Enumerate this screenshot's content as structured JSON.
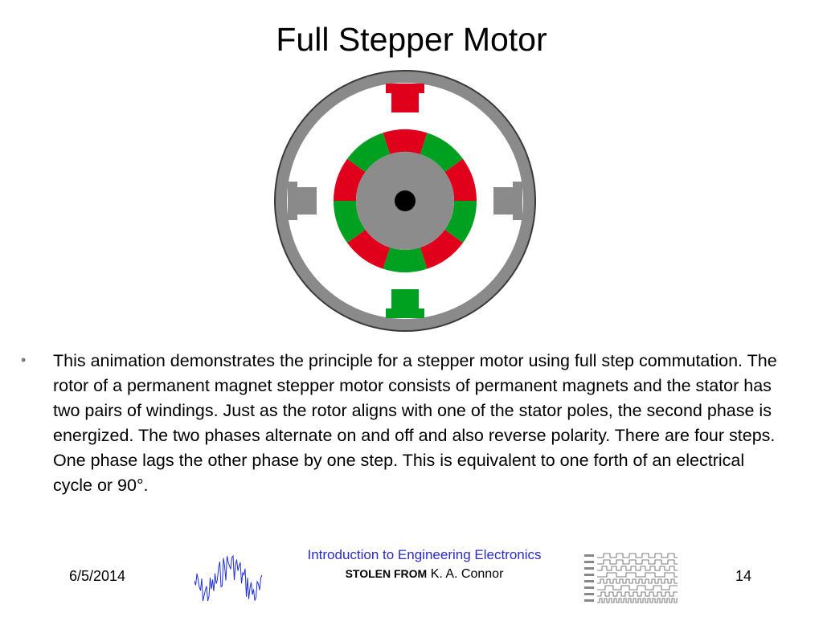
{
  "slide": {
    "title": "Full Stepper Motor",
    "bullets": [
      "This animation demonstrates the principle for a stepper motor using full step commutation. The rotor of a permanent magnet stepper motor consists of permanent magnets and the stator has two pairs of windings. Just as the rotor aligns with one of the stator poles, the second phase is energized. The two phases alternate on and off and also reverse polarity. There are four steps. One phase lags the other phase by one step. This is equivalent to one forth of an electrical cycle or 90°."
    ],
    "bullet_marker": "•"
  },
  "diagram": {
    "colors": {
      "stator": "#8a8a8a",
      "pole_top": "#e0001b",
      "pole_bottom": "#00a020",
      "rotor_red": "#e0001b",
      "rotor_green": "#00a020",
      "hub": "#8c8c8c",
      "shaft": "#000000"
    }
  },
  "footer": {
    "date": "6/5/2014",
    "course": "Introduction to Engineering Electronics",
    "stolen_label": "STOLEN FROM",
    "author": "K. A. Connor",
    "page_number": "14"
  }
}
